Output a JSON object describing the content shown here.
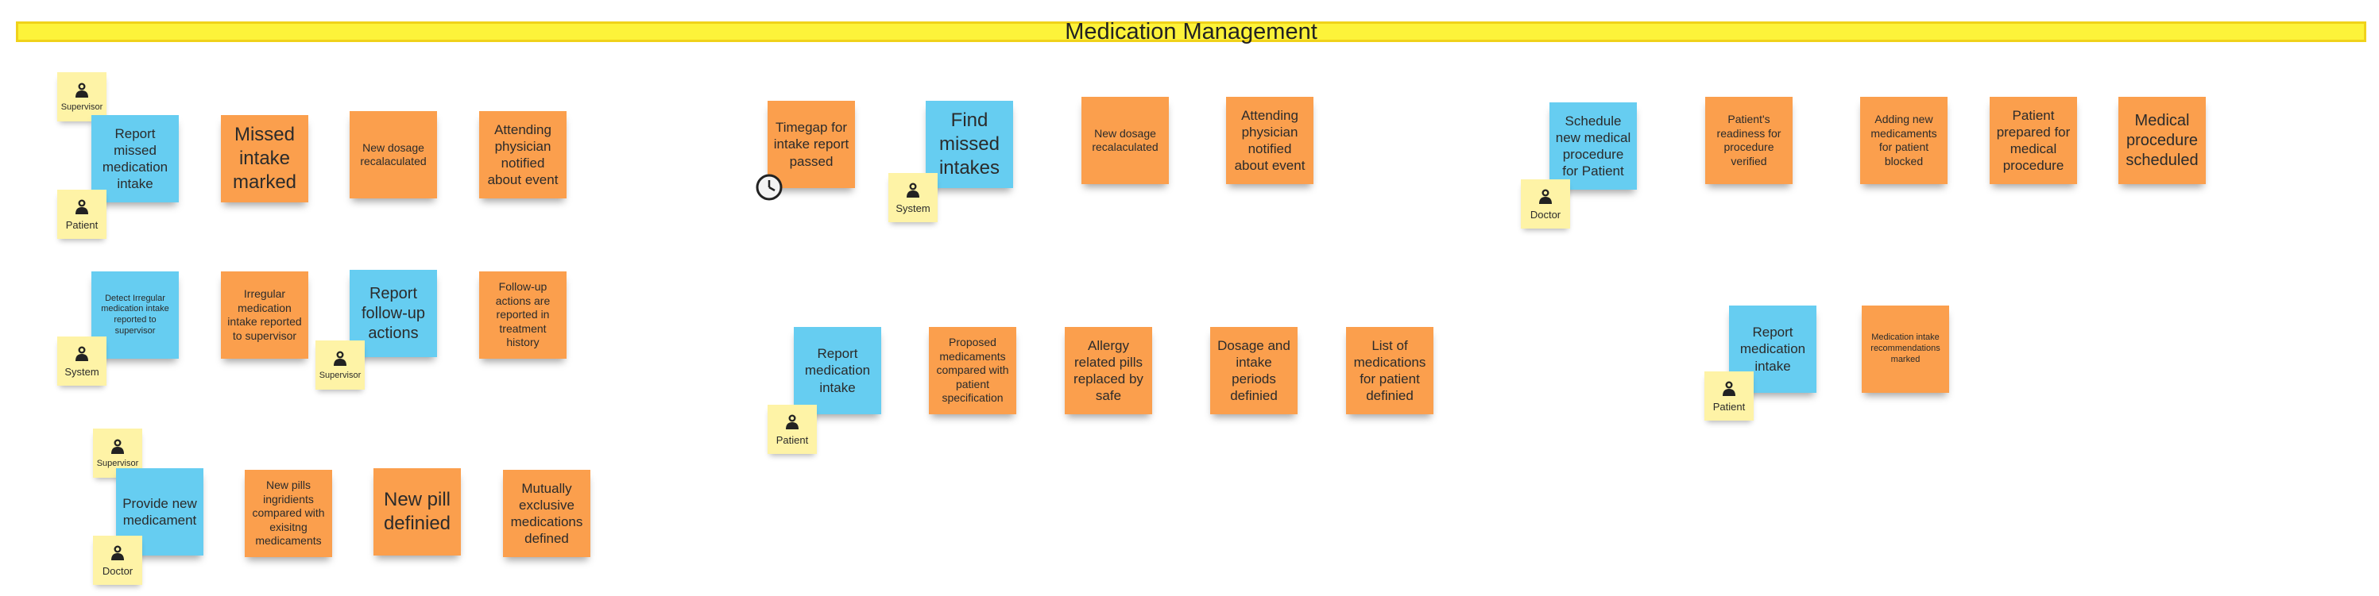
{
  "title": "Medication Management",
  "actors": {
    "supervisor": "Supervisor",
    "patient": "Patient",
    "system": "System",
    "doctor": "Doctor"
  },
  "icons": {
    "actor": "person-icon",
    "timer": "clock-icon"
  },
  "colors": {
    "event": "#fb9f4d",
    "command": "#66cdf1",
    "actor": "#fef3a6",
    "title": "#fdf33a"
  },
  "notes": {
    "report_missed_intake": "Report missed medication intake",
    "missed_intake_marked": "Missed intake marked",
    "new_dosage_recalculated_1": "New dosage recalaculated",
    "attending_physician_notified_1": "Attending physician notified about event",
    "detect_irregular_intake": "Detect Irregular medication intake reported to supervisor",
    "irregular_intake_reported": "Irregular medication intake reported to supervisor",
    "report_follow_up_actions": "Report follow-up actions",
    "follow_up_actions_reported": "Follow-up actions are reported in treatment history",
    "provide_new_medicament": "Provide new medicament",
    "new_pills_ingredients_compared": "New pills ingridients compared with exisitng medicaments",
    "new_pill_defined": "New pill definied",
    "mutually_exclusive_defined": "Mutually exclusive medications defined",
    "timegap_passed": "Timegap for intake report passed",
    "find_missed_intakes": "Find missed intakes",
    "new_dosage_recalculated_2": "New dosage recalaculated",
    "attending_physician_notified_2": "Attending physician notified about event",
    "report_medication_intake_1": "Report medication intake",
    "proposed_medicaments_compared": "Proposed medicaments compared with patient specification",
    "allergy_pills_replaced": "Allergy related pills replaced by safe",
    "dosage_periods_defined": "Dosage and intake periods definied",
    "list_medications_defined": "List of medications for patient definied",
    "schedule_new_procedure": "Schedule new medical procedure for Patient",
    "patient_readiness_verified": "Patient's readiness for procedure verified",
    "adding_new_medicaments_blocked": "Adding new medicaments for patient blocked",
    "patient_prepared": "Patient prepared for medical procedure",
    "procedure_scheduled": "Medical procedure scheduled",
    "report_medication_intake_2": "Report medication intake",
    "recommendations_marked": "Medication intake recommendations marked"
  }
}
